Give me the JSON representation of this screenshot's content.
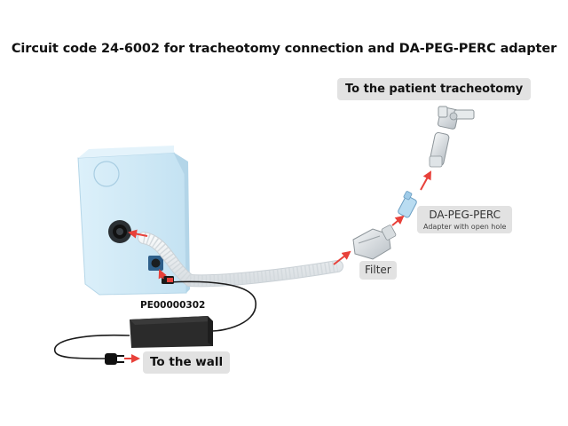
{
  "title": "Circuit code 24-6002 for tracheotomy connection and DA-PEG-PERC adapter",
  "labels": {
    "patient": "To the patient tracheotomy",
    "adapter_name": "DA-PEG-PERC",
    "adapter_desc": "Adapter with open hole",
    "filter": "Filter",
    "power_supply_code": "PE00000302",
    "wall": "To the wall"
  },
  "colors": {
    "device_body": "#cfe8f6",
    "device_edge": "#a9cfe5",
    "arrow": "#e8413a",
    "label_bg": "#e2e2e2",
    "power_supply": "#2b2b2b",
    "tube": "#eef1f3"
  }
}
